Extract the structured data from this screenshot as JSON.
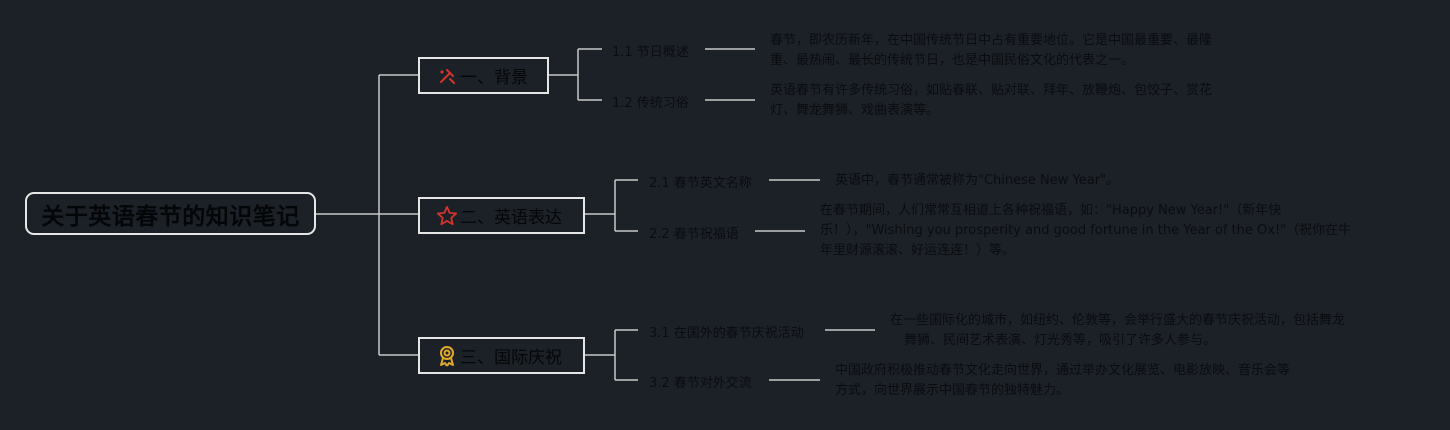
{
  "root": {
    "title": "关于英语春节的知识笔记"
  },
  "branches": [
    {
      "label": "一、背景",
      "icon": "tools-icon",
      "color": "#d0342c",
      "items": [
        {
          "label": "1.1 节日概述",
          "desc": [
            "春节，即农历新年，在中国传统节日中占有重要地位。它是中国最重要、最隆",
            "重、最热闹、最长的传统节日，也是中国民俗文化的代表之一。"
          ]
        },
        {
          "label": "1.2 传统习俗",
          "desc": [
            "英语春节有许多传统习俗，如贴春联、贴对联、拜年、放鞭炮、包饺子、赏花",
            "灯、舞龙舞狮、戏曲表演等。"
          ]
        }
      ]
    },
    {
      "label": "二、英语表达",
      "icon": "star-icon",
      "color": "#d0342c",
      "items": [
        {
          "label": "2.1 春节英文名称",
          "desc": [
            "英语中，春节通常被称为\"Chinese New Year\"。"
          ]
        },
        {
          "label": "2.2 春节祝福语",
          "desc": [
            "在春节期间，人们常常互相道上各种祝福语，如：\"Happy New Year!\"（新年快",
            "乐！），\"Wishing you prosperity and good fortune in the Year of the Ox!\"（祝你在牛",
            "年里财源滚滚、好运连连！）等。"
          ]
        }
      ]
    },
    {
      "label": "三、国际庆祝",
      "icon": "award-icon",
      "color": "#e0a92a",
      "items": [
        {
          "label": "3.1 在国外的春节庆祝活动",
          "desc": [
            "在一些国际化的城市，如纽约、伦敦等，会举行盛大的春节庆祝活动，包括舞龙",
            "舞狮、民间艺术表演、灯光秀等，吸引了许多人参与。"
          ]
        },
        {
          "label": "3.2 春节对外交流",
          "desc": [
            "中国政府积极推动春节文化走向世界，通过举办文化展览、电影放映、音乐会等",
            "方式，向世界展示中国春节的独特魅力。"
          ]
        }
      ]
    }
  ],
  "colors": {
    "line": "#c8c8c8",
    "border": "#e6e6e6",
    "text": "#0a0c10",
    "background": "#1c2128"
  }
}
